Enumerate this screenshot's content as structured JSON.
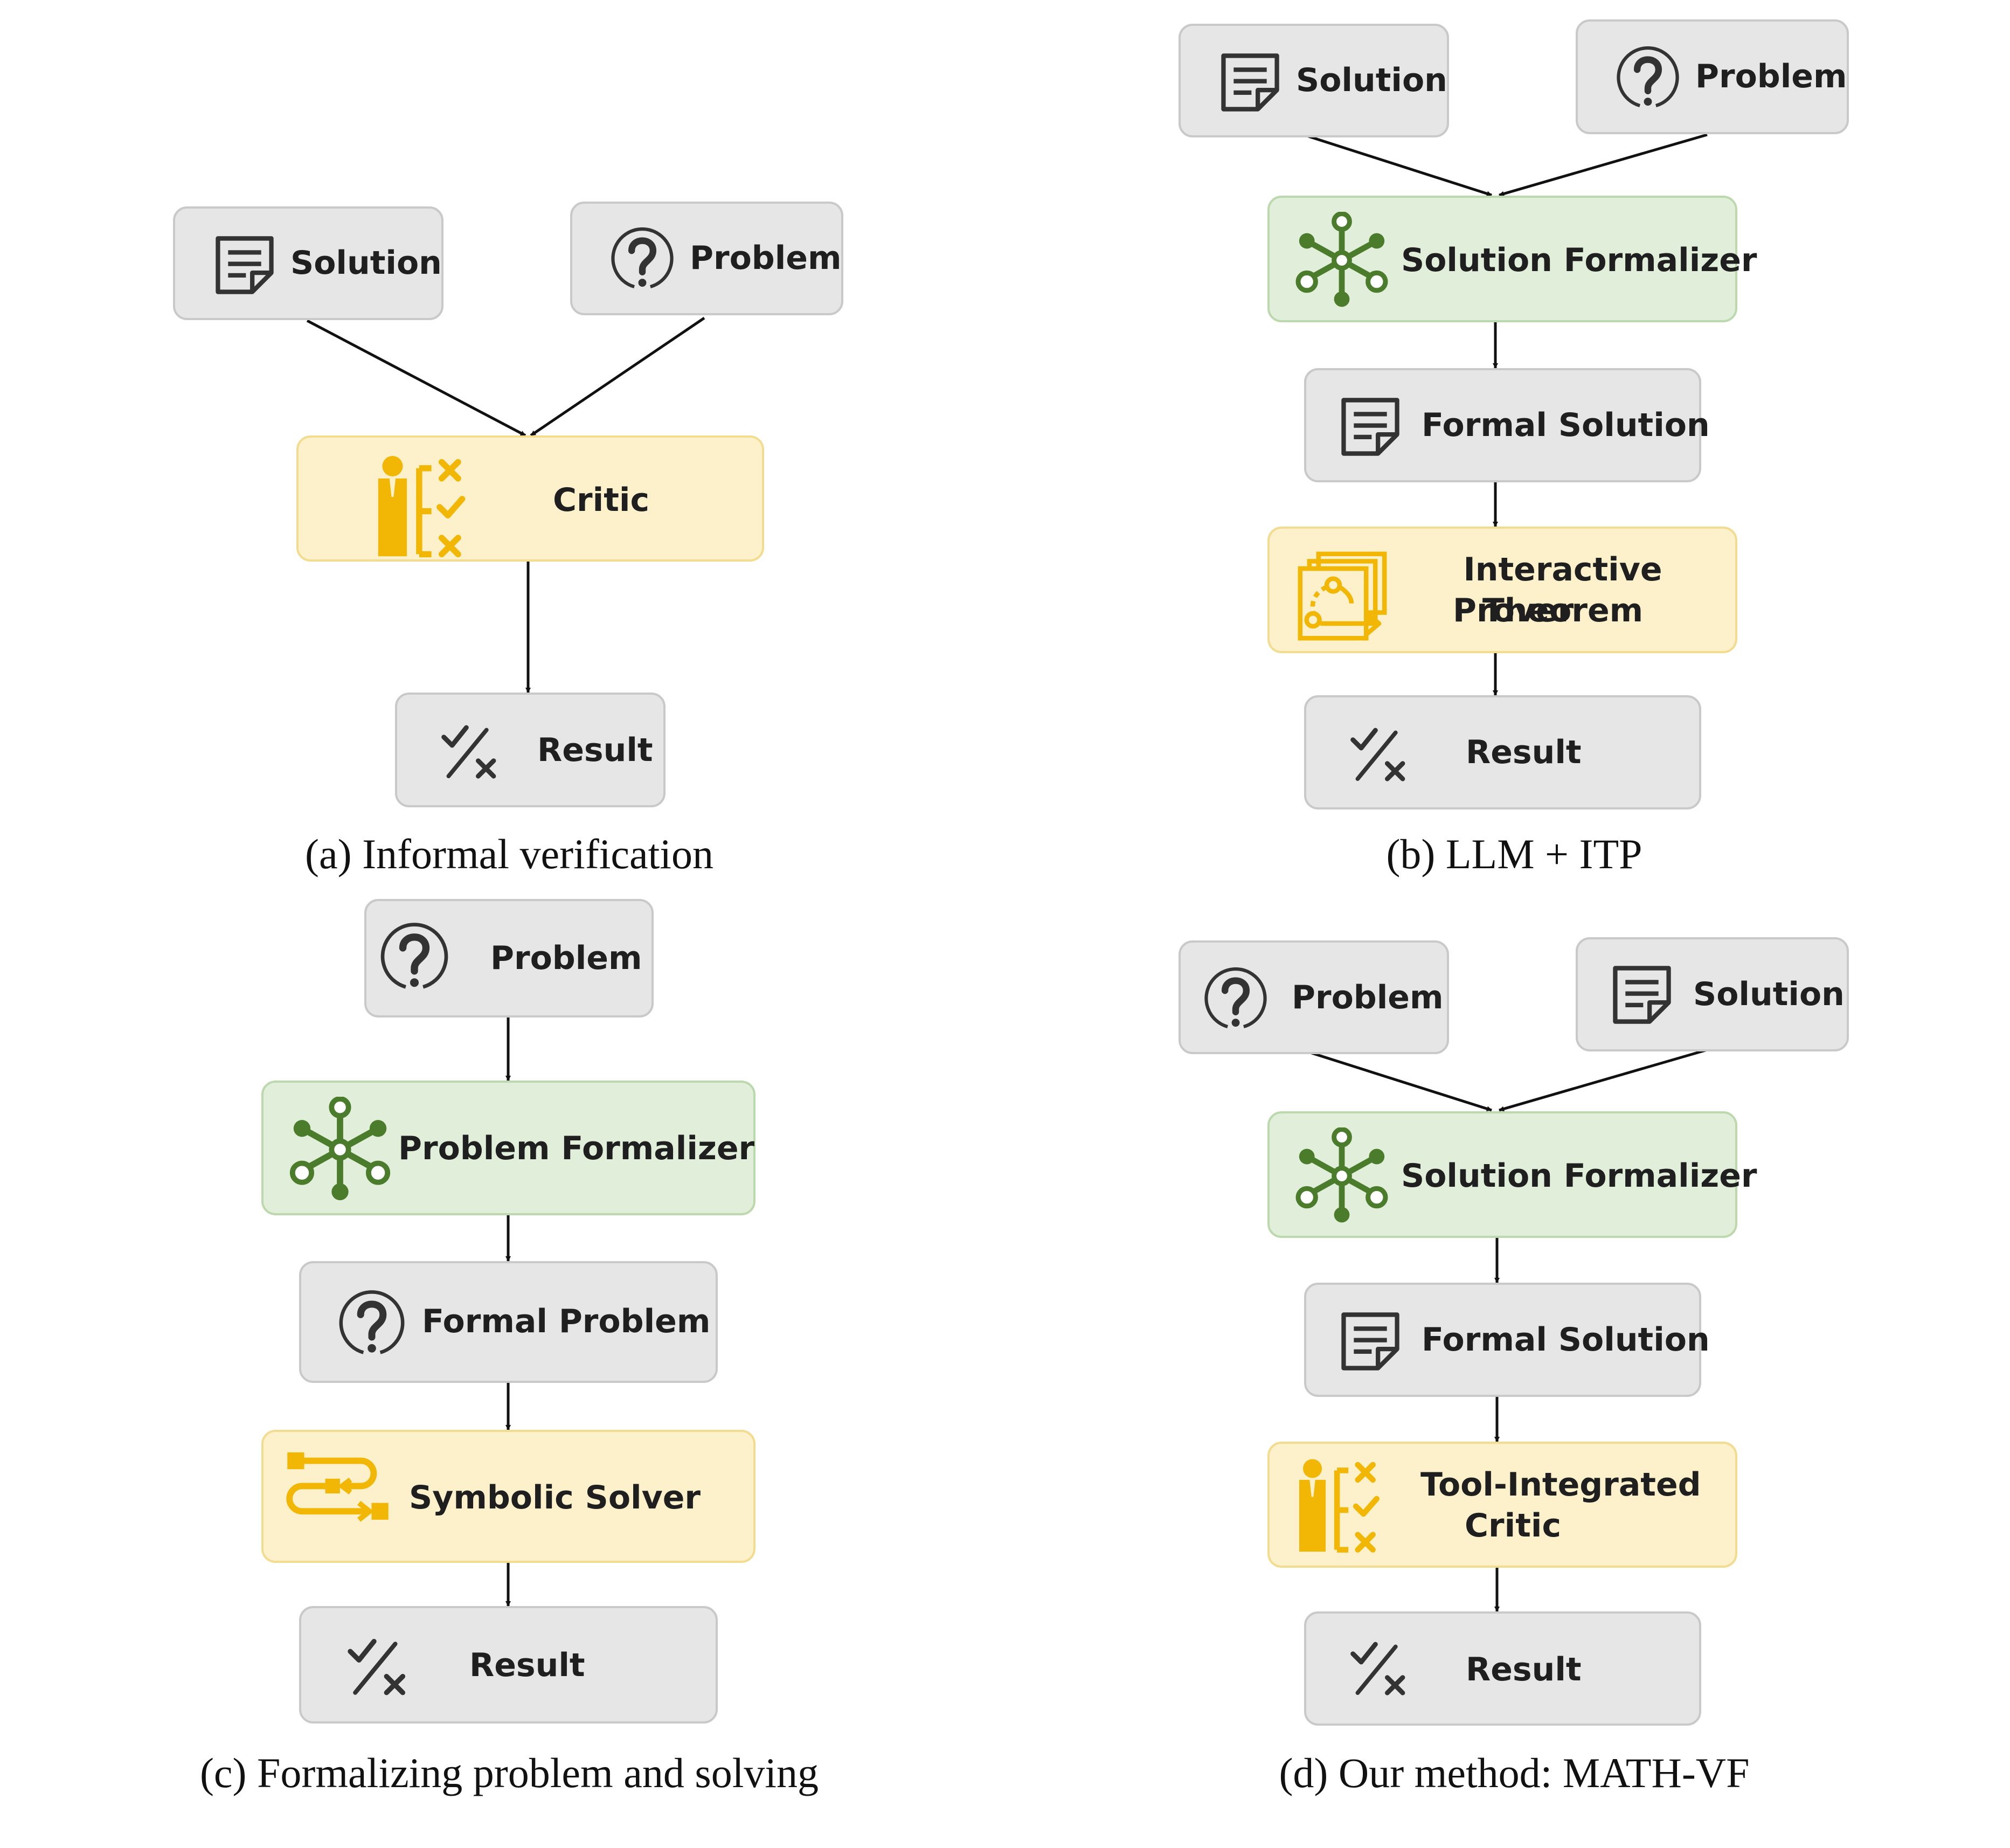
{
  "panel_a": {
    "caption": "(a) Informal verification",
    "solution": "Solution",
    "problem": "Problem",
    "critic": "Critic",
    "result": "Result"
  },
  "panel_b": {
    "caption": "(b) LLM + ITP",
    "solution": "Solution",
    "problem": "Problem",
    "solution_formalizer": "Solution Formalizer",
    "formal_solution": "Formal Solution",
    "itp_line1": "Interactive Theorem",
    "itp_line2": "Prover",
    "result": "Result"
  },
  "panel_c": {
    "caption": "(c) Formalizing problem and solving",
    "problem": "Problem",
    "problem_formalizer": "Problem Formalizer",
    "formal_problem": "Formal Problem",
    "symbolic_solver": "Symbolic Solver",
    "result": "Result"
  },
  "panel_d": {
    "caption": "(d) Our method: MATH-VF",
    "problem": "Problem",
    "solution": "Solution",
    "solution_formalizer": "Solution Formalizer",
    "formal_solution": "Formal Solution",
    "tic_line1": "Tool-Integrated",
    "tic_line2": "Critic",
    "result": "Result"
  },
  "colors": {
    "gray_box": "#e6e6e6",
    "green_box": "#e1efda",
    "yellow_box": "#fdf1cc",
    "formalizer_icon": "#4a7c2c",
    "tool_icon": "#f2b705",
    "dark_icon": "#333333"
  },
  "icons": {
    "solution": "document-icon",
    "problem": "question-icon",
    "formalizer": "network-icon",
    "critic": "critic-checklist-icon",
    "itp": "theorem-prover-icon",
    "solver": "flow-solver-icon",
    "result": "check-cross-icon"
  }
}
